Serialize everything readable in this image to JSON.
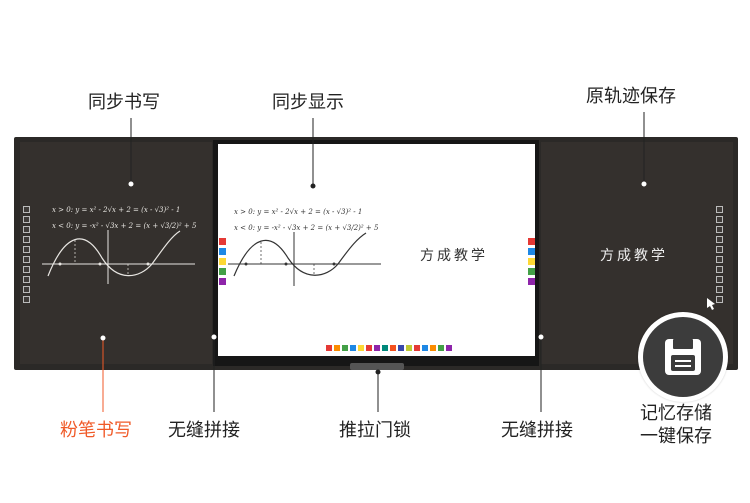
{
  "labels": {
    "sync_writing": "同步书写",
    "sync_display": "同步显示",
    "original_track": "原轨迹保存",
    "chalk_writing": "粉笔书写",
    "seamless_left": "无缝拼接",
    "push_pull_lock": "推拉门锁",
    "seamless_right": "无缝拼接",
    "memory_save_line1": "记忆存储",
    "memory_save_line2": "一键保存"
  },
  "board": {
    "handwriting_text": "方成教学",
    "formula_line1": "x > 0: y = x² - 2√x + 2 = (x - √3)² - 1",
    "formula_line2": "x < 0: y = -x² - √3x + 2 = (x + √3/2)² + 5"
  },
  "colors": {
    "accent": "#f05a28",
    "board": "#34302d",
    "frame": "#2b2927"
  },
  "icons": {
    "save": "floppy-disk-icon"
  }
}
